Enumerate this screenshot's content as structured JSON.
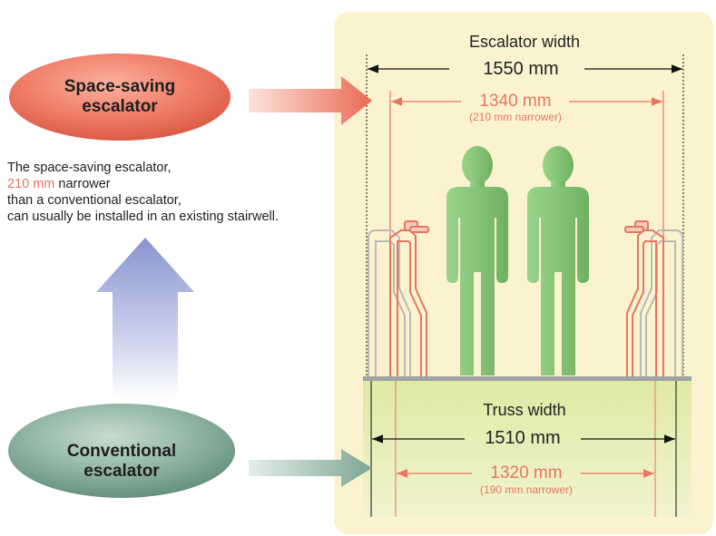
{
  "space_saving": {
    "title_line1": "Space-saving",
    "title_line2": "escalator"
  },
  "conventional": {
    "title_line1": "Conventional",
    "title_line2": "escalator"
  },
  "description": {
    "line1": "The space-saving escalator,",
    "line2_highlight": "210 mm",
    "line2_rest": " narrower",
    "line3": "than a conventional escalator,",
    "line4": "can usually be installed in an existing stairwell."
  },
  "escalator": {
    "label": "Escalator width",
    "conventional_width": "1550 mm",
    "space_saving_width": "1340 mm",
    "space_saving_note": "(210 mm narrower)"
  },
  "truss": {
    "label": "Truss width",
    "conventional_width": "1510 mm",
    "space_saving_width": "1320 mm",
    "space_saving_note": "(190 mm narrower)"
  },
  "colors": {
    "panel_bg": "#fbf3cf",
    "truss_bg": "#e3ecab",
    "red_accent": "#e8755f",
    "person_green": "#86c477",
    "blue_arrow": "#9aa6d8",
    "green_oval": "#7fa695",
    "red_oval": "#ec6e5a"
  }
}
